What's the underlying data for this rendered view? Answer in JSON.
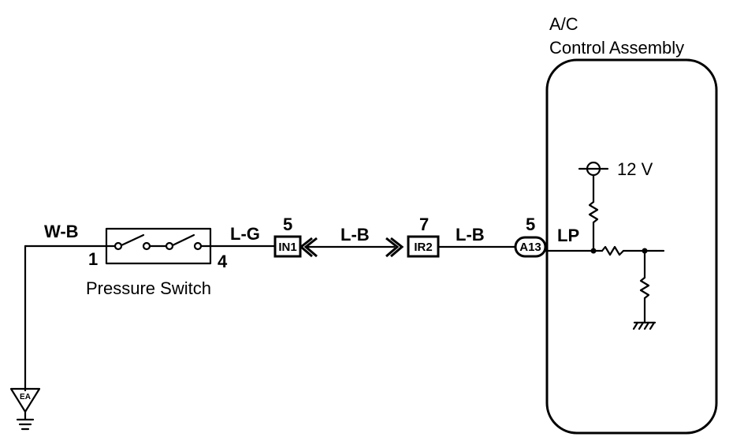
{
  "assembly": {
    "title_line1": "A/C",
    "title_line2": "Control Assembly",
    "supply_label": "12 V",
    "terminal_label": "LP"
  },
  "switch": {
    "name": "Pressure Switch",
    "pin_in": "1",
    "pin_out": "4"
  },
  "wires": {
    "ground_to_switch": "W-B",
    "switch_to_in1": "L-G",
    "in1_to_ir2": "L-B",
    "ir2_to_a13": "L-B"
  },
  "connectors": {
    "in1": {
      "id": "IN1",
      "pin": "5"
    },
    "ir2": {
      "id": "IR2",
      "pin": "7"
    },
    "a13": {
      "id": "A13",
      "pin": "5"
    }
  },
  "ground": {
    "id": "EA"
  }
}
